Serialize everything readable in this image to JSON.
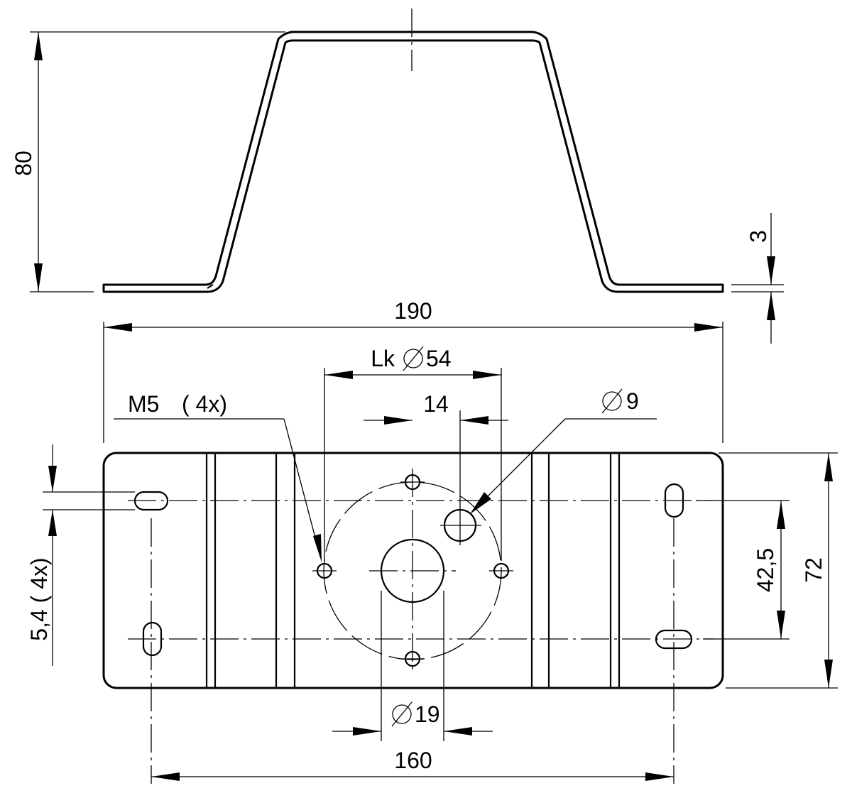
{
  "dimensions": {
    "height_80": "80",
    "thickness_3": "3",
    "width_190": "190",
    "bolt_circle_label": "Lk",
    "bolt_circle_value": "54",
    "offset_14": "14",
    "m5_label": "M5",
    "m5_count": "( 4x)",
    "hole_9_value": "9",
    "slot_label": "5,4 ( 4x)",
    "spacing_42_5": "42,5",
    "height_72": "72",
    "bore_19_value": "19",
    "spacing_160": "160"
  },
  "colors": {
    "line": "#000000",
    "background": "#ffffff"
  }
}
